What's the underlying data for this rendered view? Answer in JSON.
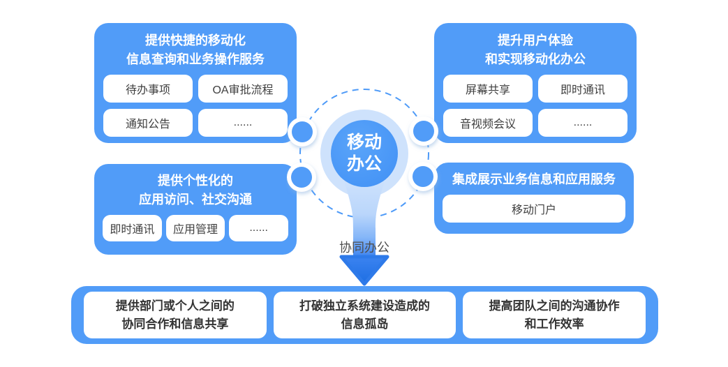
{
  "colors": {
    "primary_blue": "#519CF8",
    "halo_light_blue": "#CEE2FC",
    "arrow_deep_blue": "#2E7AE9",
    "dashed_ring_blue": "#4D9AF8",
    "pill_text": "#3F3F3F",
    "bottom_text": "#333333",
    "arrow_label_gray": "#4F4F4F"
  },
  "cards": {
    "top_left": {
      "title_lines": [
        "提供快捷的移动化",
        "信息查询和业务操作服务"
      ],
      "pills": [
        "待办事项",
        "OA审批流程",
        "通知公告",
        "......"
      ]
    },
    "top_right": {
      "title_lines": [
        "提升用户体验",
        "和实现移动化办公"
      ],
      "pills": [
        "屏幕共享",
        "即时通讯",
        "音视频会议",
        "......"
      ]
    },
    "mid_left": {
      "title_lines": [
        "提供个性化的",
        "应用访问、社交沟通"
      ],
      "pills": [
        "即时通讯",
        "应用管理",
        "......"
      ]
    },
    "mid_right": {
      "title_lines": [
        "集成展示业务信息和应用服务"
      ],
      "pills": [
        "移动门户"
      ]
    }
  },
  "center": {
    "label": "移动\n办公",
    "arrow_label": "协同办公"
  },
  "bottom": {
    "items": [
      {
        "lines": [
          "提供部门或个人之间的",
          "协同合作和信息共享"
        ]
      },
      {
        "lines": [
          "打破独立系统建设造成的",
          "信息孤岛"
        ]
      },
      {
        "lines": [
          "提高团队之间的沟通协作",
          "和工作效率"
        ]
      }
    ]
  }
}
